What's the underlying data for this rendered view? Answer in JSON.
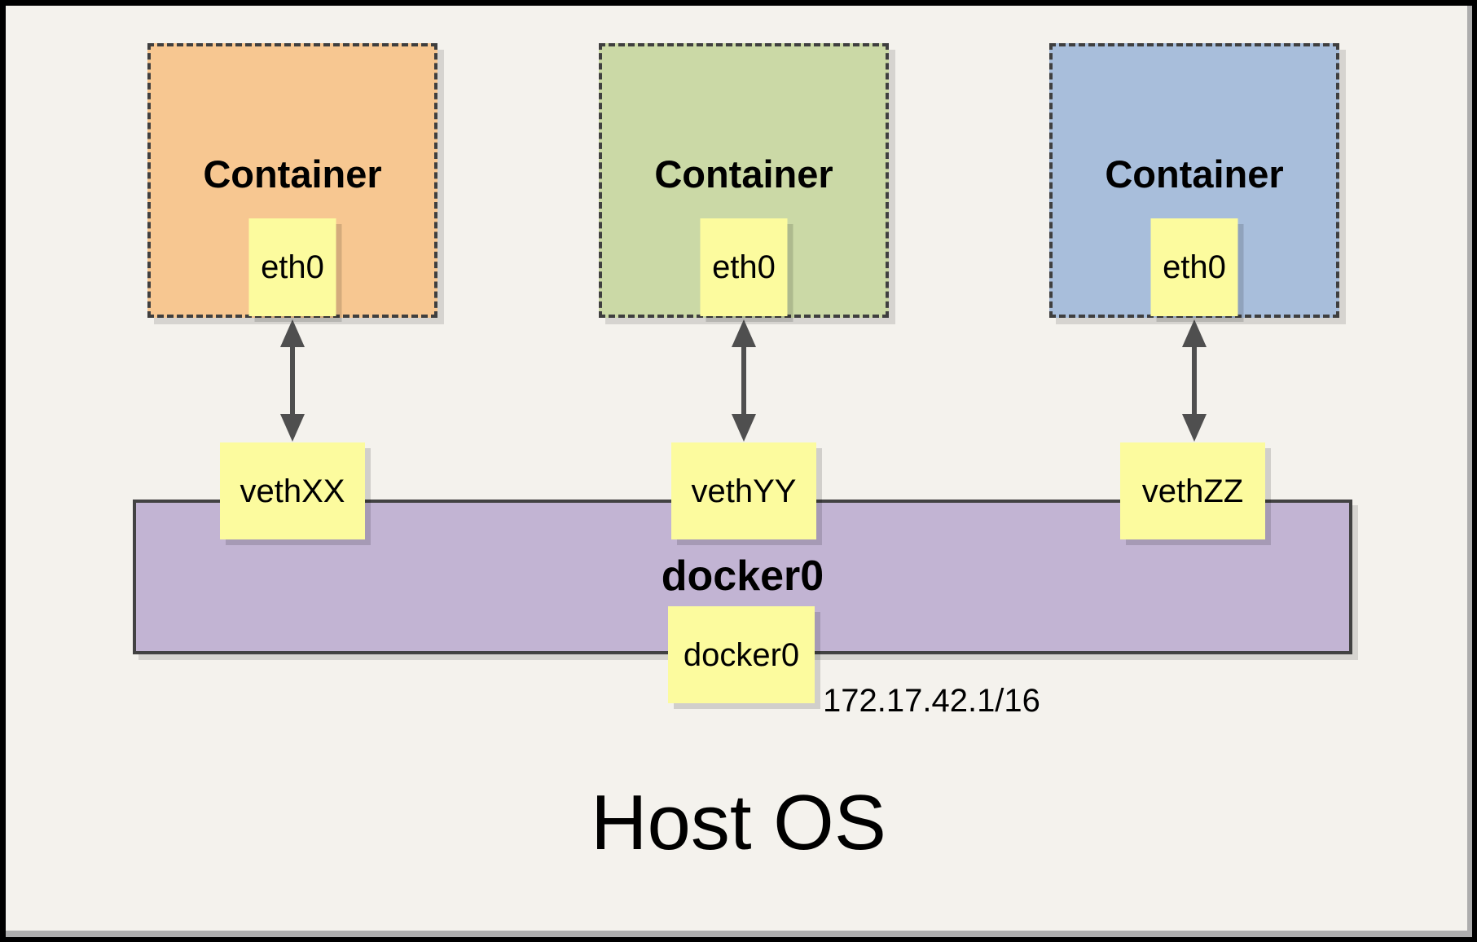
{
  "host_label": "Host OS",
  "containers": [
    {
      "title": "Container",
      "interface": "eth0",
      "veth": "vethXX",
      "color": "#F7C791"
    },
    {
      "title": "Container",
      "interface": "eth0",
      "veth": "vethYY",
      "color": "#CBD9A6"
    },
    {
      "title": "Container",
      "interface": "eth0",
      "veth": "vethZZ",
      "color": "#A8BEDB"
    }
  ],
  "bridge": {
    "name": "docker0",
    "interface_label": "docker0",
    "ip": "172.17.42.1/16",
    "color": "#C2B4D3"
  },
  "colors": {
    "page_background": "#F4F2ED",
    "label_box": "#FCFB9E",
    "dashed_border": "#3F3F3F",
    "arrow": "#4F4F4F",
    "frame": "#000000"
  }
}
